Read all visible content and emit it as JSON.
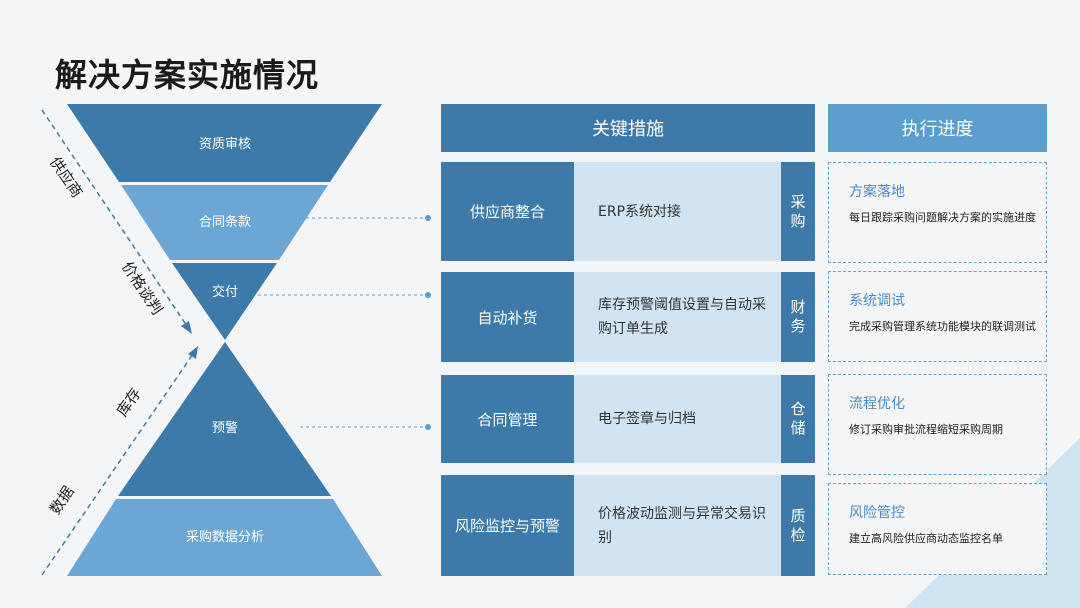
{
  "title": "解决方案实施情况",
  "funnel": {
    "layers": [
      "资质审核",
      "合同条款",
      "交付",
      "预警",
      "采购数据分析"
    ],
    "side_labels": [
      "供应商",
      "价格谈判",
      "库存",
      "数据"
    ]
  },
  "headers": {
    "measures": "关键措施",
    "progress": "执行进度"
  },
  "rows": [
    {
      "name": "供应商整合",
      "desc": "ERP系统对接",
      "tag": "采购",
      "progress_title": "方案落地",
      "progress_desc": "每日跟踪采购问题解决方案的实施进度"
    },
    {
      "name": "自动补货",
      "desc": "库存预警阈值设置与自动采购订单生成",
      "tag": "财务",
      "progress_title": "系统调试",
      "progress_desc": "完成采购管理系统功能模块的联调测试"
    },
    {
      "name": "合同管理",
      "desc": "电子签章与归档",
      "tag": "仓储",
      "progress_title": "流程优化",
      "progress_desc": "修订采购审批流程缩短采购周期"
    },
    {
      "name": "风险监控与预警",
      "desc": "价格波动监测与异常交易识别",
      "tag": "质检",
      "progress_title": "风险管控",
      "progress_desc": "建立高风险供应商动态监控名单"
    }
  ],
  "colors": {
    "dark": "#3d7aaa",
    "medium": "#6ca6d4",
    "light": "#d2e3f1",
    "accent": "#4a8bc6"
  }
}
